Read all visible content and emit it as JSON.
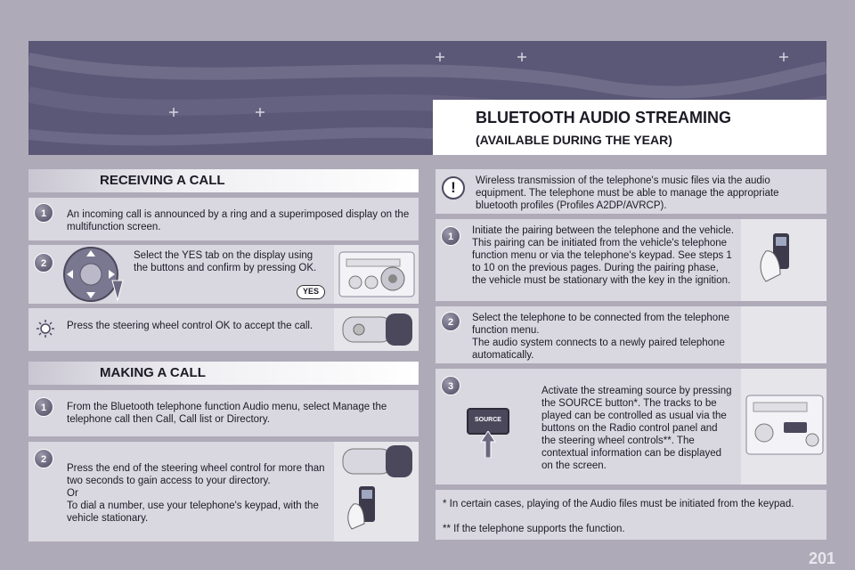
{
  "header": {
    "title": "BLUETOOTH AUDIO STREAMING",
    "subtitle": "(AVAILABLE DURING THE YEAR)"
  },
  "receiving": {
    "heading": "RECEIVING A CALL",
    "step1_badge": "1",
    "step1_text": "An incoming call is announced by a ring and a superimposed display on the multifunction screen.",
    "step2_badge": "2",
    "step2_text": "Select the YES tab on the display using the buttons and confirm by pressing OK.",
    "yes_label": "YES",
    "tip_text": "Press the steering wheel control OK to accept the call."
  },
  "making": {
    "heading": "MAKING A CALL",
    "step1_badge": "1",
    "step1_text": "From the Bluetooth telephone function Audio menu, select Manage the telephone call then Call, Call list or Directory.",
    "step2_badge": "2",
    "step2_text": "Press the end of the steering wheel control for more than two seconds to gain access to your directory.\nOr\nTo dial a number, use your telephone's keypad, with the vehicle stationary."
  },
  "streaming": {
    "warning_icon": "!",
    "warning_text": "Wireless transmission of the telephone's music files via the audio equipment. The telephone must be able to manage the appropriate bluetooth profiles (Profiles A2DP/AVRCP).",
    "step1_badge": "1",
    "step1_text": "Initiate the pairing between the telephone and the vehicle. This pairing can be initiated from the vehicle's telephone function menu or via the telephone's keypad. See steps 1 to 10 on the previous pages. During the pairing phase, the vehicle must be stationary with the key in the ignition.",
    "step2_badge": "2",
    "step2_text": "Select the telephone to be connected from the telephone function menu.\nThe audio system connects to a newly paired telephone automatically.",
    "step3_badge": "3",
    "step3_text": "Activate the streaming source by pressing the SOURCE button*. The tracks to be played can be controlled as usual via the buttons on the Radio control panel and the steering wheel controls**. The contextual information can be displayed on the screen.",
    "source_label": "SOURCE"
  },
  "footnotes": {
    "note1": "*  In certain cases, playing of the Audio files must be initiated from the keypad.",
    "note2": "**  If the telephone supports the function."
  },
  "page_number": "201",
  "colors": {
    "banner": "#5b5776",
    "background": "#aeaab8",
    "panel": "#d9d7df",
    "badge": "#4d4a60"
  }
}
